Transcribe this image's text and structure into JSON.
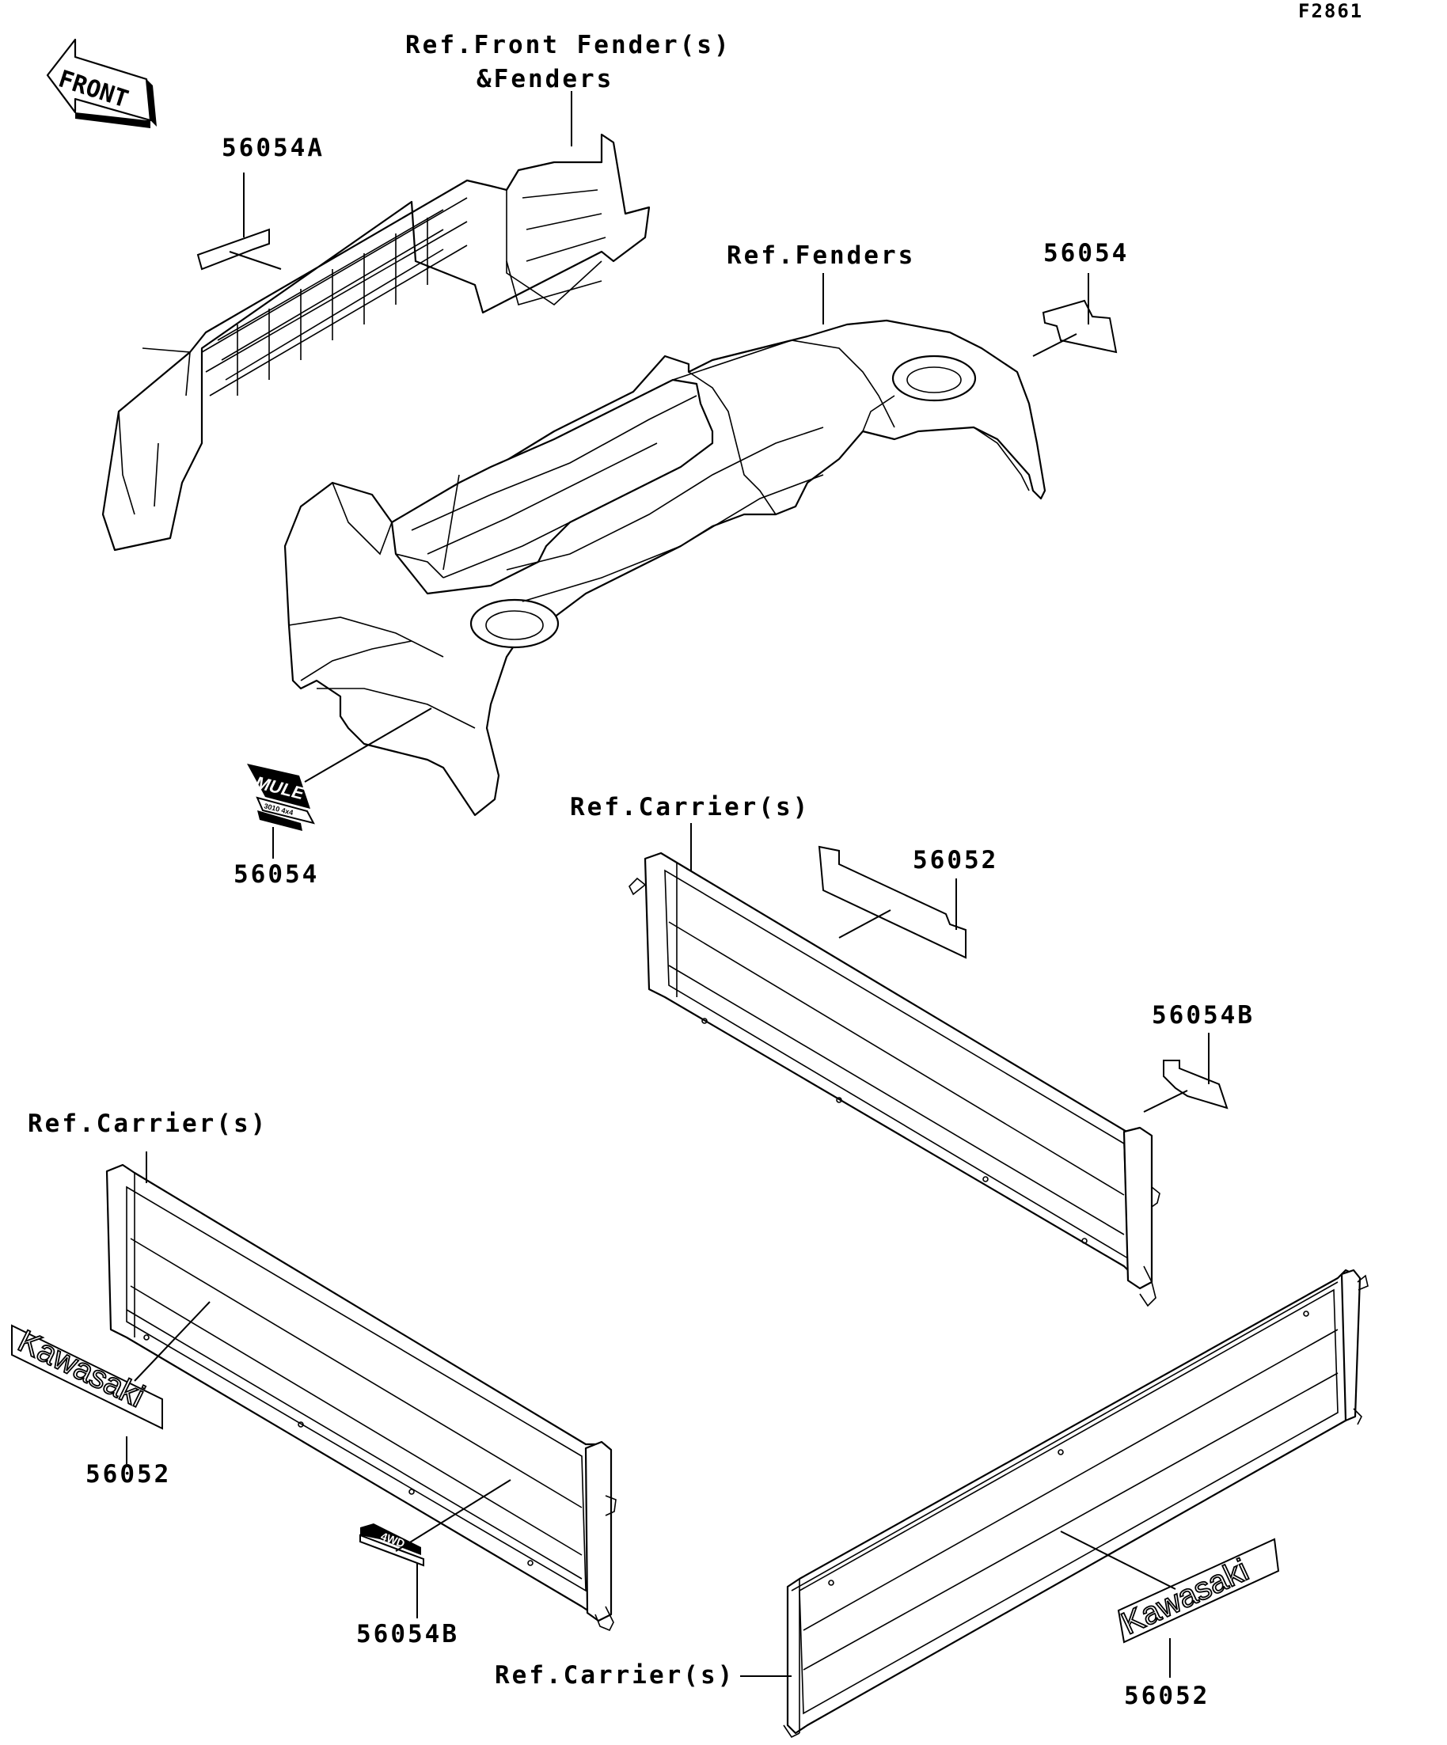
{
  "diagram_id": "F2861",
  "front_arrow_text": "FRONT",
  "colors": {
    "ink": "#000000",
    "paper": "#ffffff"
  },
  "labels": {
    "ref_front_fender_line1": "Ref.Front Fender(s)",
    "ref_front_fender_line2": "&Fenders",
    "part_56054A": "56054A",
    "ref_fenders": "Ref.Fenders",
    "part_56054_top": "56054",
    "part_56054_mule": "56054",
    "ref_carrier_mid": "Ref.Carrier(s)",
    "part_56052_mid": "56052",
    "part_56054B_mid": "56054B",
    "ref_carrier_left": "Ref.Carrier(s)",
    "part_56052_left": "56052",
    "part_56054B_bottom": "56054B",
    "ref_carrier_bottom": "Ref.Carrier(s)",
    "part_56052_right": "56052"
  },
  "decals": {
    "mule_line1": "MULE",
    "mule_line2": "3010 4x4",
    "kawasaki_left": "Kawasaki",
    "fourwd": "4WD",
    "kawasaki_right": "Kawasaki"
  }
}
